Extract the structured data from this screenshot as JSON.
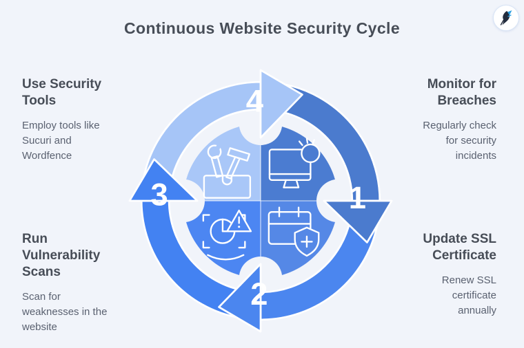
{
  "background_color": "#f1f4fa",
  "title": "Continuous Website Security Cycle",
  "logo": {
    "name": "napkin-ai-logo"
  },
  "steps": [
    {
      "number": "1",
      "title": "Monitor for Breaches",
      "title_lines": [
        "Monitor for",
        "Breaches"
      ],
      "description": "Regularly check for security incidents",
      "desc_lines": [
        "Regularly check",
        "for security",
        "incidents"
      ],
      "icon": "monitor-breach-icon",
      "arc_color": "#4b7bce",
      "quadrant_color": "#4b7cd1",
      "position": "top-right"
    },
    {
      "number": "2",
      "title": "Update SSL Certificate",
      "title_lines": [
        "Update SSL",
        "Certificate"
      ],
      "description": "Renew SSL certificate annually",
      "desc_lines": [
        "Renew SSL",
        "certificate",
        "annually"
      ],
      "icon": "calendar-shield-icon",
      "arc_color": "#4b86ef",
      "quadrant_color": "#5588e6",
      "position": "bottom-right"
    },
    {
      "number": "3",
      "title": "Run Vulnerability Scans",
      "title_lines": [
        "Run",
        "Vulnerability",
        "Scans"
      ],
      "description": "Scan for weaknesses in the website",
      "desc_lines": [
        "Scan for",
        "weaknesses in the",
        "website"
      ],
      "icon": "vulnerability-scan-icon",
      "arc_color": "#4382f2",
      "quadrant_color": "#4c86f2",
      "position": "bottom-left"
    },
    {
      "number": "4",
      "title": "Use Security Tools",
      "title_lines": [
        "Use Security",
        "Tools"
      ],
      "description": "Employ tools like Sucuri and Wordfence",
      "desc_lines": [
        "Employ tools like",
        "Sucuri and",
        "Wordfence"
      ],
      "icon": "security-tools-icon",
      "arc_color": "#a6c5f7",
      "quadrant_color": "#a9c7f8",
      "position": "top-left"
    }
  ]
}
